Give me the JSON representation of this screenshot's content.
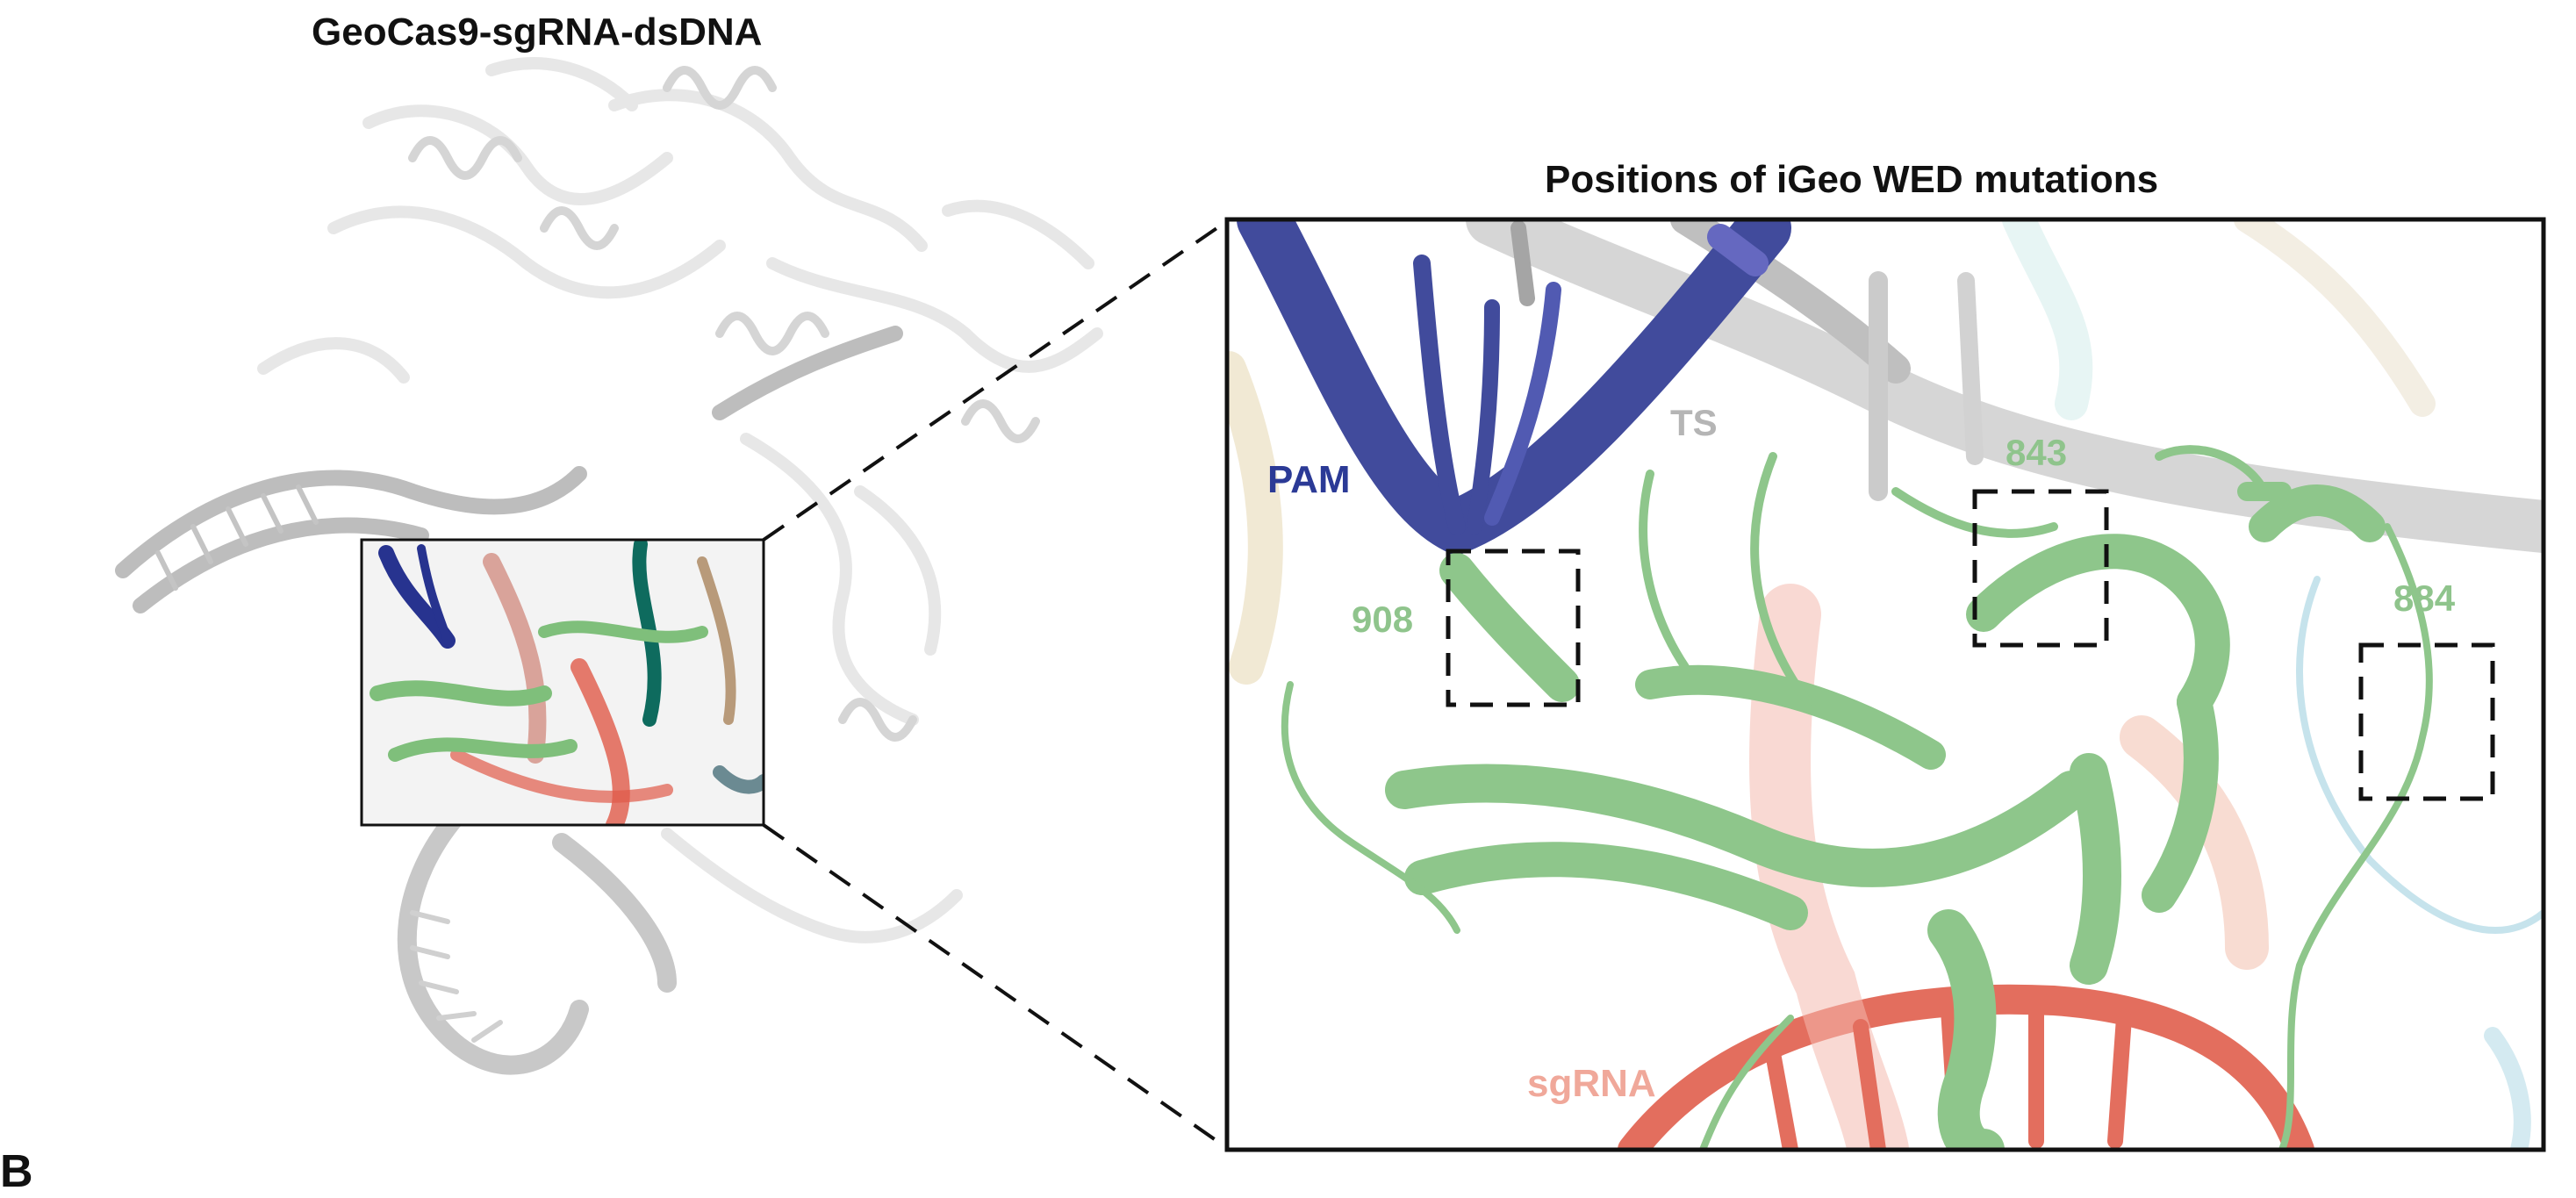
{
  "figure": {
    "panel_letter": "B",
    "left_title": "GeoCas9-sgRNA-dsDNA",
    "right_title": "Positions of iGeo WED mutations"
  },
  "labels": {
    "pam": "PAM",
    "ts": "TS",
    "sgrna": "sgRNA",
    "mut_843": "843",
    "mut_884": "884",
    "mut_908": "908"
  },
  "colors": {
    "pam_dna": "#27338f",
    "target_strand": "#9a9a9a",
    "wed_domain": "#7fbf7b",
    "sgrna": "#e05a48",
    "protein_ribbon": "#e2e2e2",
    "accent_teal": "#0e6b5e",
    "pale_blue": "#bfe0ea"
  }
}
